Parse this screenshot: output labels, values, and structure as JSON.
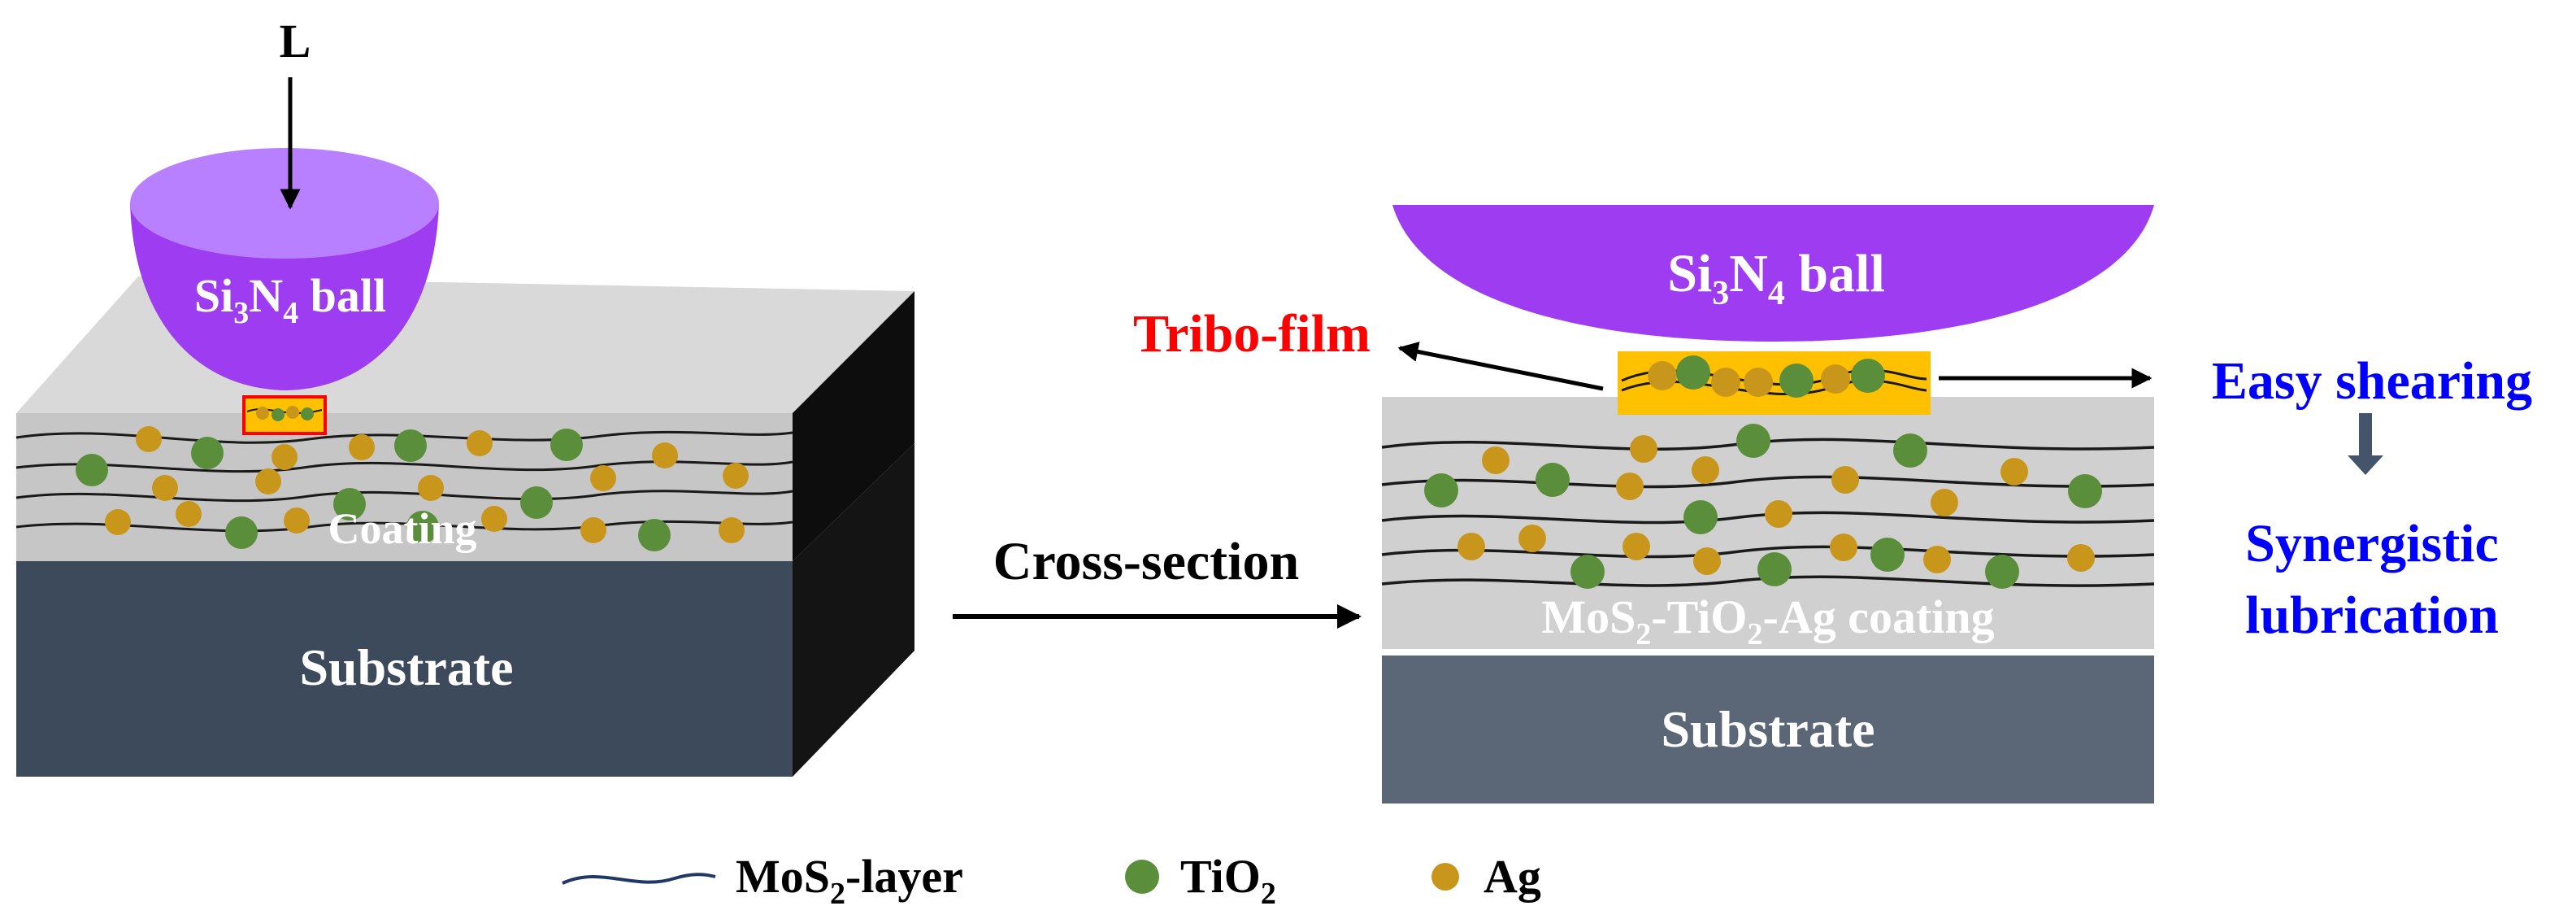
{
  "left": {
    "load_label": "L",
    "ball": {
      "base": "Si",
      "sub1": "3",
      "mid": "N",
      "sub2": "4",
      "tail": " ball"
    },
    "coating_label": "Coating",
    "substrate_label": "Substrate"
  },
  "cross_section_label": "Cross-section",
  "right": {
    "ball": {
      "base": "Si",
      "sub1": "3",
      "mid": "N",
      "sub2": "4",
      "tail": " ball"
    },
    "tribo_film_label": "Tribo-film",
    "easy_shearing_label": "Easy shearing",
    "synergistic_line1": "Synergistic",
    "synergistic_line2": "lubrication",
    "coating": {
      "p1": "MoS",
      "s1": "2",
      "p2": "-TiO",
      "s2": "2",
      "p3": "-Ag coating"
    },
    "substrate_label": "Substrate"
  },
  "legend": {
    "mos2": {
      "base": "MoS",
      "sub": "2",
      "tail": "-layer"
    },
    "tio2": {
      "base": "TiO",
      "sub": "2"
    },
    "ag": "Ag"
  },
  "colors": {
    "ball": "#9d3cf0",
    "ball_light": "#b87cff",
    "tio2": "#5b8e3a",
    "ag": "#c9961c",
    "tribo_film": "#ffc000",
    "tribo_label": "#ff0000",
    "blue_label": "#0000ff",
    "substrate_dark": "#3d4a5c",
    "substrate_right": "#5b6677"
  }
}
